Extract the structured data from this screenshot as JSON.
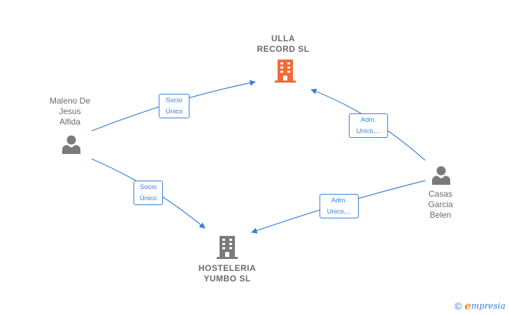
{
  "nodes": {
    "ulla": {
      "label": "ULLA\nRECORD SL",
      "kind": "company",
      "color": "#f26a3a"
    },
    "hosteleria": {
      "label": "HOSTELERIA\nYUMBO SL",
      "kind": "company",
      "color": "#7a7a7a"
    },
    "maleno": {
      "label": "Maleno De\nJesus\nAlfida",
      "kind": "person",
      "color": "#7a7a7a"
    },
    "casas": {
      "label": "Casas\nGarcia\nBelen",
      "kind": "person",
      "color": "#7a7a7a"
    }
  },
  "edges": [
    {
      "from": "maleno",
      "to": "ulla",
      "label": "Socio\nÚnico"
    },
    {
      "from": "maleno",
      "to": "hosteleria",
      "label": "Socio\nÚnico"
    },
    {
      "from": "casas",
      "to": "ulla",
      "label": "Adm.\nUnico,..."
    },
    {
      "from": "casas",
      "to": "hosteleria",
      "label": "Adm.\nUnico,..."
    }
  ],
  "colors": {
    "edge": "#3a7fd5",
    "label_text": "#6b6b6b"
  },
  "brand": {
    "copyright": "©",
    "e": "e",
    "name": "mpresia"
  }
}
